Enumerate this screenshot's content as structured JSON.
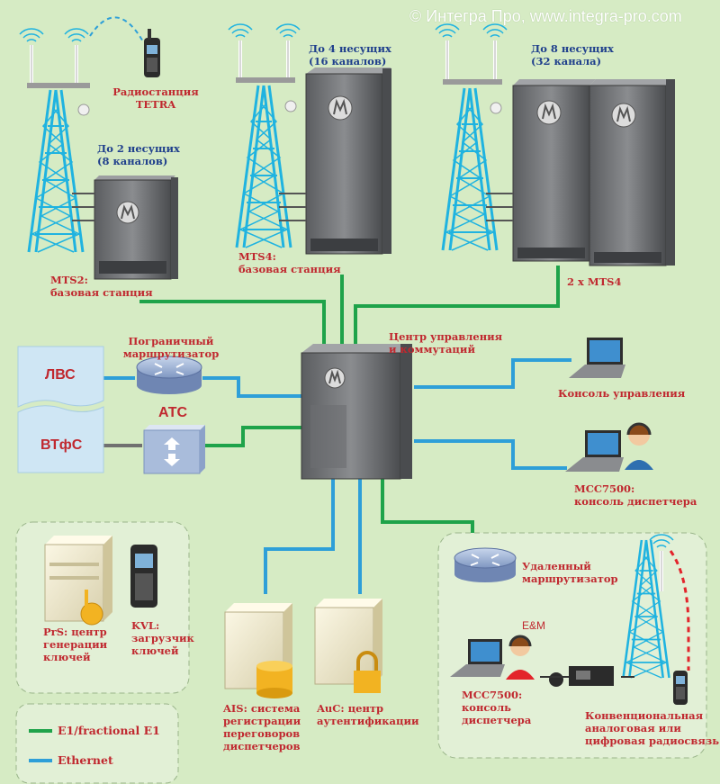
{
  "copyright": "© Интегра Про, www.integra-pro.com",
  "colors": {
    "e1_line": "#1fa34a",
    "ethernet_line": "#2e9fd8",
    "label_red": "#c0282f",
    "label_blue": "#1f3f8c",
    "background": "#d6ebc4"
  },
  "labels": {
    "tetra_radio": "Радиостанция\nTETRA",
    "mts2_capacity": "До 2 несущих\n(8 каналов)",
    "mts2_name": "MTS2:\nбазовая станция",
    "mts4_capacity": "До 4 несущих\n(16 каналов)",
    "mts4_name": "MTS4:\nбазовая станция",
    "mts4x2_capacity": "До 8 несущих\n(32 канала)",
    "mts4x2_name": "2 x MTS4",
    "border_router": "Пограничный\nмаршрутизатор",
    "control_center": "Центр управления\nи коммутаций",
    "lan": "ЛВС",
    "pstn": "ВТфС",
    "pbx": "АТС",
    "control_console": "Консоль управления",
    "mcc_console": "MCC7500:\nконсоль диспетчера",
    "prs": "PrS: центр\nгенерации\nключей",
    "kvl": "KVL:\nзагрузчик\nключей",
    "ais": "AIS: система\nрегистрации\nпереговоров\nдиспетчеров",
    "auc": "AuC: центр\nаутентификации",
    "remote_router": "Удаленный\nмаршрутизатор",
    "em": "E&M",
    "mcc_remote": "MCC7500:\nконсоль\nдиспетчера",
    "conventional": "Конвенциональная\nаналоговая или\nцифровая радиосвязь"
  },
  "legend": [
    {
      "label": "E1/fractional E1",
      "color": "#1fa34a"
    },
    {
      "label": "Ethernet",
      "color": "#2e9fd8"
    }
  ],
  "icons": [
    "tower-icon",
    "base-station-icon",
    "router-icon",
    "pbx-icon",
    "laptop-icon",
    "operator-icon",
    "server-icon",
    "key-icon",
    "lock-icon",
    "radio-handset-icon",
    "database-icon",
    "cloud-icon"
  ]
}
